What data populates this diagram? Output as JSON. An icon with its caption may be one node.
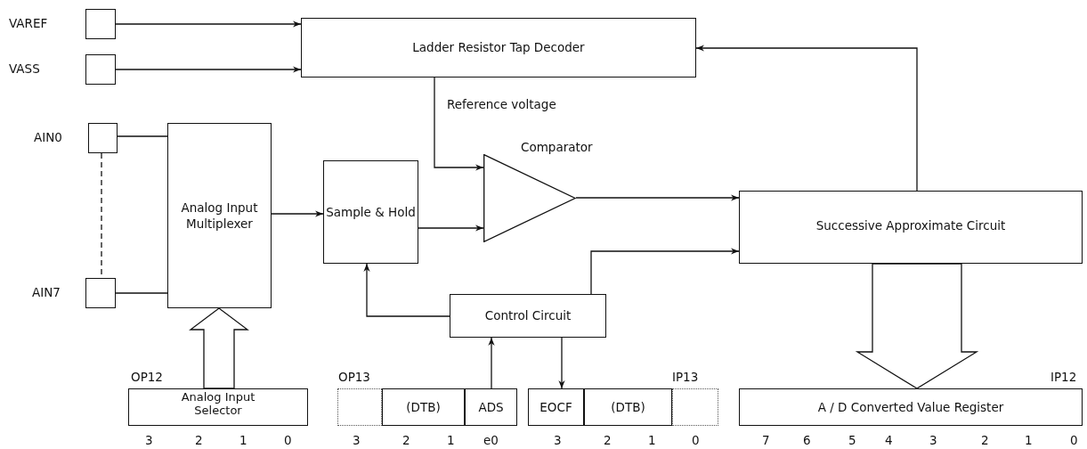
{
  "diagram": {
    "nodes": [
      {
        "text": [],
        "shape": "box",
        "beside": [
          "VAREF"
        ]
      },
      {
        "text": [],
        "shape": "box",
        "beside": [
          "VASS"
        ]
      },
      {
        "text": [],
        "shape": "box",
        "beside": [
          "AIN0"
        ]
      },
      {
        "text": [],
        "shape": "box",
        "beside": [
          "AIN7"
        ]
      },
      {
        "text": [
          "Ladder Resistor Tap Decoder"
        ]
      },
      {
        "text": [
          "Analog Input Multiplexer"
        ]
      },
      {
        "text": [
          "Sample & Hold"
        ]
      },
      {
        "text": [
          "Comparator"
        ]
      },
      {
        "text": [
          "Successive Approximate Circuit"
        ]
      },
      {
        "text": [
          "Control Circuit"
        ]
      },
      {
        "text": [
          "Analog Input Selector"
        ],
        "beside": [
          "OP12",
          "3",
          "2",
          "1",
          "0"
        ]
      },
      {
        "text": [],
        "shape": "box"
      },
      {
        "text": [
          "(DTB)"
        ]
      },
      {
        "text": [
          "ADS"
        ]
      },
      {
        "text": [
          "EOCF"
        ]
      },
      {
        "text": [
          "(DTB)"
        ]
      },
      {
        "text": [],
        "shape": "box"
      },
      {
        "text": [
          "A / D Converted Value Register"
        ],
        "beside": [
          "IP12",
          "7",
          "6",
          "5",
          "4",
          "3",
          "2",
          "1",
          "0"
        ]
      }
    ],
    "edges": [
      {
        "from": 0,
        "to": 4,
        "arrow": "to"
      },
      {
        "from": 1,
        "to": 4,
        "arrow": "to"
      },
      {
        "from": 2,
        "to": 5,
        "arrow": "none"
      },
      {
        "from": 3,
        "to": 5,
        "arrow": "none"
      },
      {
        "from": 2,
        "to": 3,
        "arrow": "none",
        "style": "dashed"
      },
      {
        "from": 4,
        "to": 7,
        "arrow": "to",
        "label": "Reference voltage"
      },
      {
        "from": 5,
        "to": 6,
        "arrow": "to"
      },
      {
        "from": 6,
        "to": 7,
        "arrow": "to"
      },
      {
        "from": 7,
        "to": 8,
        "arrow": "to"
      },
      {
        "from": 8,
        "to": 4,
        "arrow": "to"
      },
      {
        "from": 9,
        "to": 6,
        "arrow": "to"
      },
      {
        "from": 9,
        "to": 8,
        "arrow": "to"
      },
      {
        "from": 13,
        "to": 9,
        "arrow": "to"
      },
      {
        "from": 9,
        "to": 14,
        "arrow": "to"
      },
      {
        "from": 10,
        "to": 5,
        "arrow": "to",
        "style": "thick"
      },
      {
        "from": 8,
        "to": 17,
        "arrow": "to",
        "style": "thick"
      }
    ],
    "labels": [
      "OP13",
      "IP13",
      "3",
      "2",
      "1",
      "e0",
      "3",
      "2",
      "1",
      "0"
    ]
  }
}
